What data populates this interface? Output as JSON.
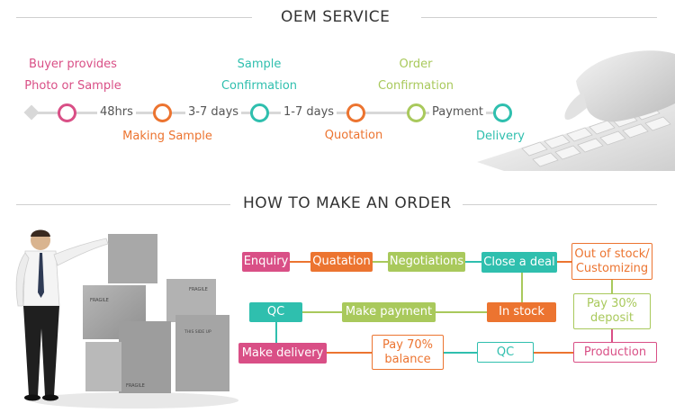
{
  "oem": {
    "title": "OEM SERVICE",
    "steps": [
      {
        "label_line1": "Buyer provides",
        "label_line2": "Photo or Sample",
        "color": "#d94f86"
      },
      {
        "label": "Making Sample",
        "color": "#ec7430"
      },
      {
        "label_line1": "Sample",
        "label_line2": "Confirmation",
        "color": "#2fbfae"
      },
      {
        "label": "Quotation",
        "color": "#ec7430"
      },
      {
        "label_line1": "Order",
        "label_line2": "Confirmation",
        "color": "#a9c95c"
      },
      {
        "label": "Delivery",
        "color": "#2fbfae"
      }
    ],
    "durations": [
      "48hrs",
      "3-7 days",
      "1-7 days",
      "Payment"
    ]
  },
  "order": {
    "title": "HOW TO MAKE AN ORDER",
    "boxes": {
      "enquiry": "Enquiry",
      "quatation": "Quatation",
      "negotiations": "Negotiations",
      "close_deal": "Close a deal",
      "out_of_stock_1": "Out of stock/",
      "out_of_stock_2": "Customizing",
      "qc_top": "QC",
      "make_payment": "Make payment",
      "in_stock": "In stock",
      "pay30_1": "Pay 30%",
      "pay30_2": "deposit",
      "make_delivery": "Make delivery",
      "pay70_1": "Pay 70%",
      "pay70_2": "balance",
      "qc_bottom": "QC",
      "production": "Production"
    },
    "box_labels": [
      "FRAGILE",
      "FRAGILE",
      "THIS SIDE UP",
      "FRAGILE"
    ]
  },
  "colors": {
    "pink": "#d94f86",
    "orange": "#ec7430",
    "green": "#a9c95c",
    "teal": "#2fbfae"
  }
}
